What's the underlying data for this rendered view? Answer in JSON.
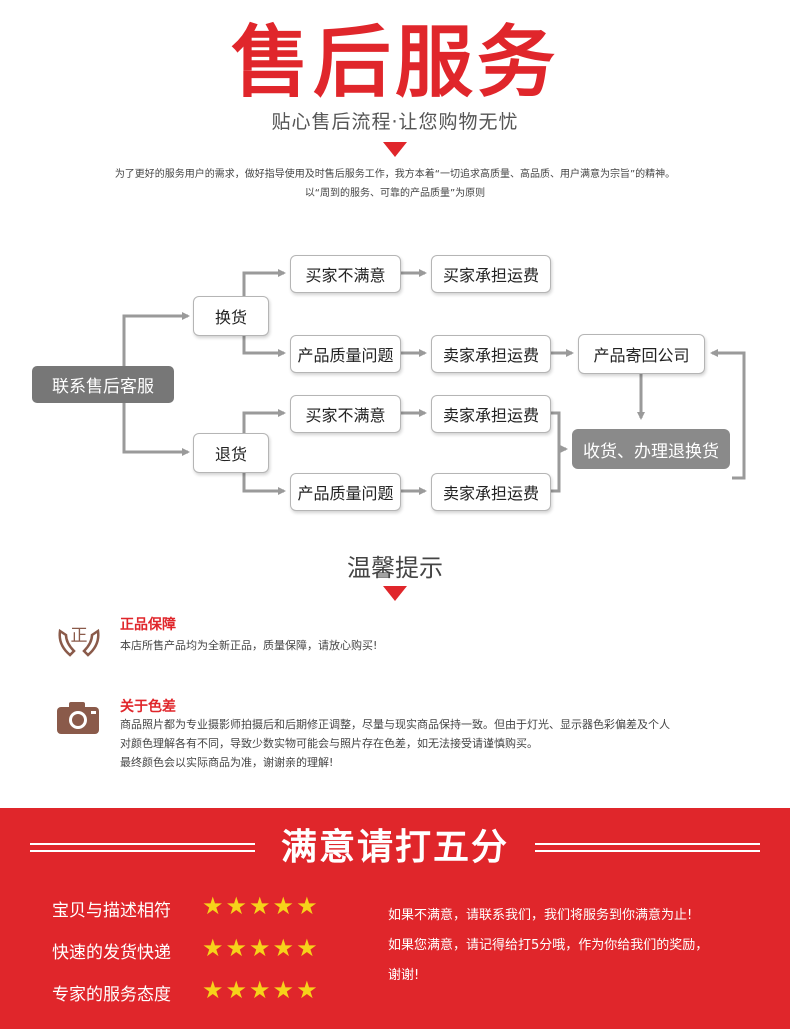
{
  "header": {
    "title": "售后服务",
    "subtitle": "贴心售后流程·让您购物无忧",
    "intro_line1": "为了更好的服务用户的需求，做好指导使用及时售后服务工作，我方本着“一切追求高质量、高品质、用户满意为宗旨”的精神。",
    "intro_line2": "以“周到的服务、可靠的产品质量”为原则"
  },
  "flow": {
    "contact": "联系售后客服",
    "exchange": "换货",
    "refund": "退货",
    "ex_unsatisfied": "买家不满意",
    "ex_buyer_pays": "买家承担运费",
    "ex_quality": "产品质量问题",
    "ex_seller_pays": "卖家承担运费",
    "send_back": "产品寄回公司",
    "rf_unsatisfied": "买家不满意",
    "rf_buyer_pays": "卖家承担运费",
    "rf_quality": "产品质量问题",
    "rf_seller_pays": "卖家承担运费",
    "receive": "收货、办理退换货"
  },
  "tips": {
    "heading": "温馨提示",
    "genuine_icon_char": "正",
    "genuine_title": "正品保障",
    "genuine_text": "本店所售产品均为全新正品，质量保障，请放心购买!",
    "color_title": "关于色差",
    "color_text_1": "商品照片都为专业摄影师拍摄后和后期修正调整，尽量与现实商品保持一致。但由于灯光、显示器色彩偏差及个人",
    "color_text_2": "对颜色理解各有不同，导致少数实物可能会与照片存在色差，如无法接受请谨慎购买。",
    "color_text_3": "最终颜色会以实际商品为准，谢谢亲的理解!"
  },
  "rating": {
    "title": "满意请打五分",
    "items": [
      {
        "label": "宝贝与描述相符",
        "stars": "★★★★★"
      },
      {
        "label": "快速的发货快递",
        "stars": "★★★★★"
      },
      {
        "label": "专家的服务态度",
        "stars": "★★★★★"
      }
    ],
    "note_1": "如果不满意，请联系我们，我们将服务到你满意为止!",
    "note_2": "如果您满意，请记得给打5分哦，作为你给我们的奖励，",
    "note_3": "谢谢!"
  },
  "colors": {
    "accent": "#e0262b",
    "star": "#f6d21a",
    "connector": "#9a9a9a"
  }
}
